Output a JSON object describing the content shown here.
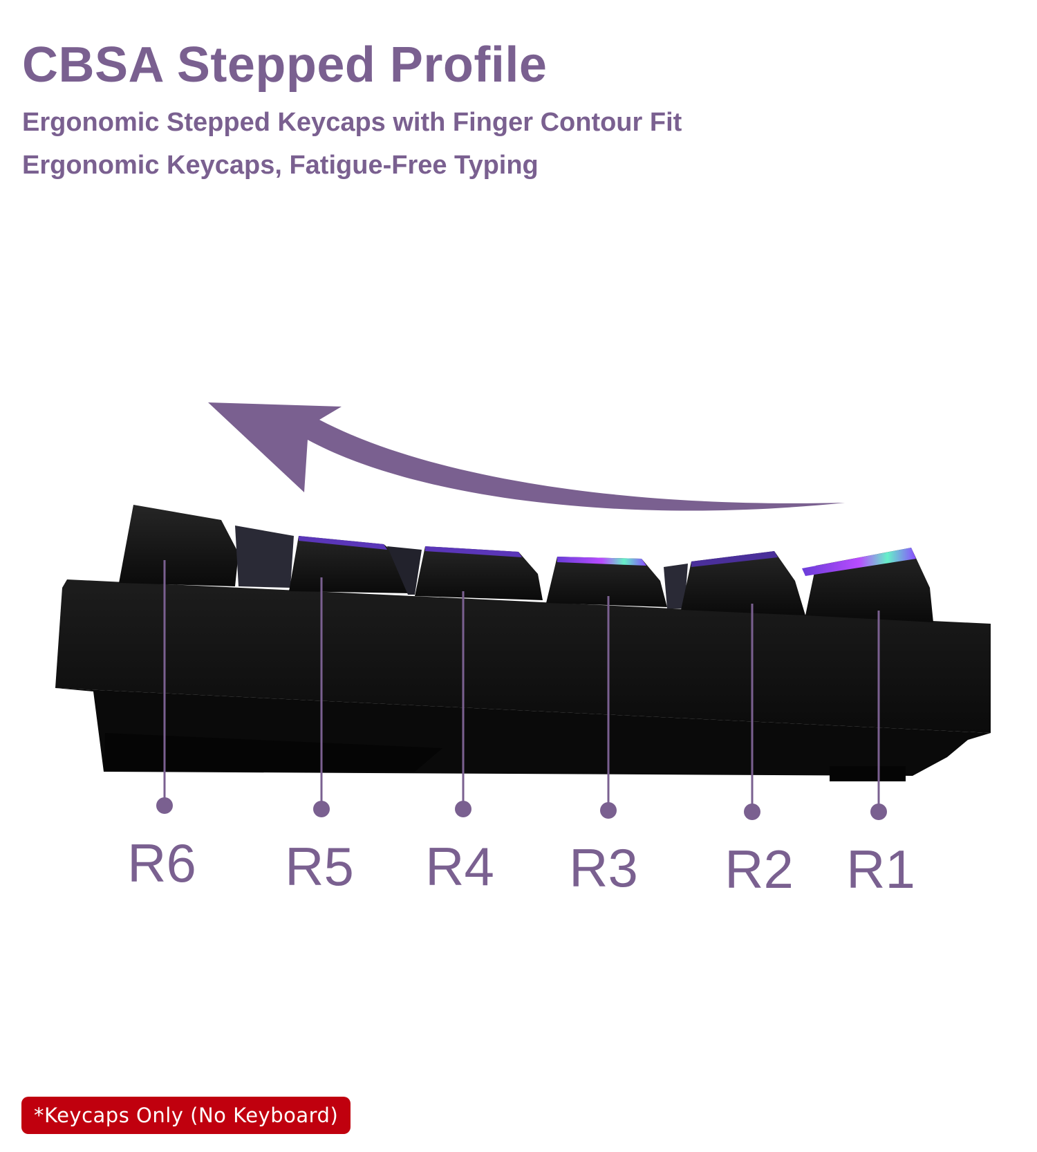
{
  "header": {
    "title": "CBSA Stepped Profile",
    "subtitle_1": "Ergonomic Stepped Keycaps with Finger Contour Fit",
    "subtitle_2": "Ergonomic Keycaps, Fatigue-Free Typing"
  },
  "rows": [
    {
      "label": "R6"
    },
    {
      "label": "R5"
    },
    {
      "label": "R4"
    },
    {
      "label": "R3"
    },
    {
      "label": "R2"
    },
    {
      "label": "R1"
    }
  ],
  "notice": {
    "text": "*Keycaps Only (No Keyboard)"
  },
  "colors": {
    "accent": "#7a6090",
    "keyboard_body": "#141414",
    "notice_background": "#c0000e"
  },
  "icons": {
    "arrow": "curved-arrow-icon"
  }
}
